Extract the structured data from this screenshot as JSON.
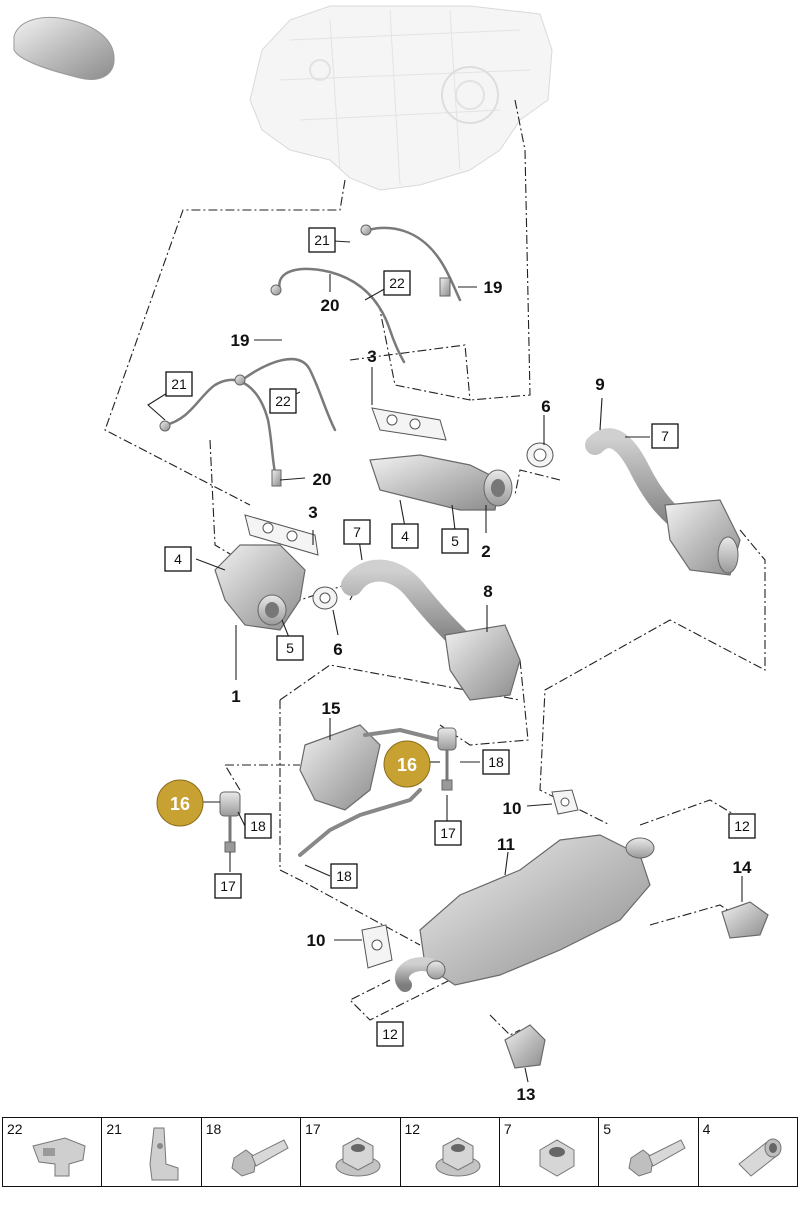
{
  "callouts": {
    "c1": "1",
    "c2": "2",
    "c3a": "3",
    "c3b": "3",
    "c6a": "6",
    "c6b": "6",
    "c8": "8",
    "c9": "9",
    "c10a": "10",
    "c10b": "10",
    "c11": "11",
    "c13": "13",
    "c14": "14",
    "c15": "15",
    "c19a": "19",
    "c19b": "19",
    "c20a": "20",
    "c20b": "20"
  },
  "boxed": {
    "b21a": "21",
    "b22a": "22",
    "b21b": "21",
    "b22b": "22",
    "b4a": "4",
    "b5a": "5",
    "b7a": "7",
    "b4b": "4",
    "b7b": "7",
    "b5b": "5",
    "b18a": "18",
    "b18b": "18",
    "b18c": "18",
    "b17a": "17",
    "b17b": "17",
    "b12a": "12",
    "b12b": "12"
  },
  "highlighted": {
    "h16a": "16",
    "h16b": "16"
  },
  "highlight_color": "#c8a133",
  "legend": [
    {
      "num": "22",
      "icon": "bracket-icon"
    },
    {
      "num": "21",
      "icon": "plate-bracket-icon"
    },
    {
      "num": "18",
      "icon": "bolt-icon"
    },
    {
      "num": "17",
      "icon": "flange-nut-icon"
    },
    {
      "num": "12",
      "icon": "flange-nut-icon"
    },
    {
      "num": "7",
      "icon": "hex-nut-icon"
    },
    {
      "num": "5",
      "icon": "bolt-icon"
    },
    {
      "num": "4",
      "icon": "sleeve-icon"
    }
  ]
}
